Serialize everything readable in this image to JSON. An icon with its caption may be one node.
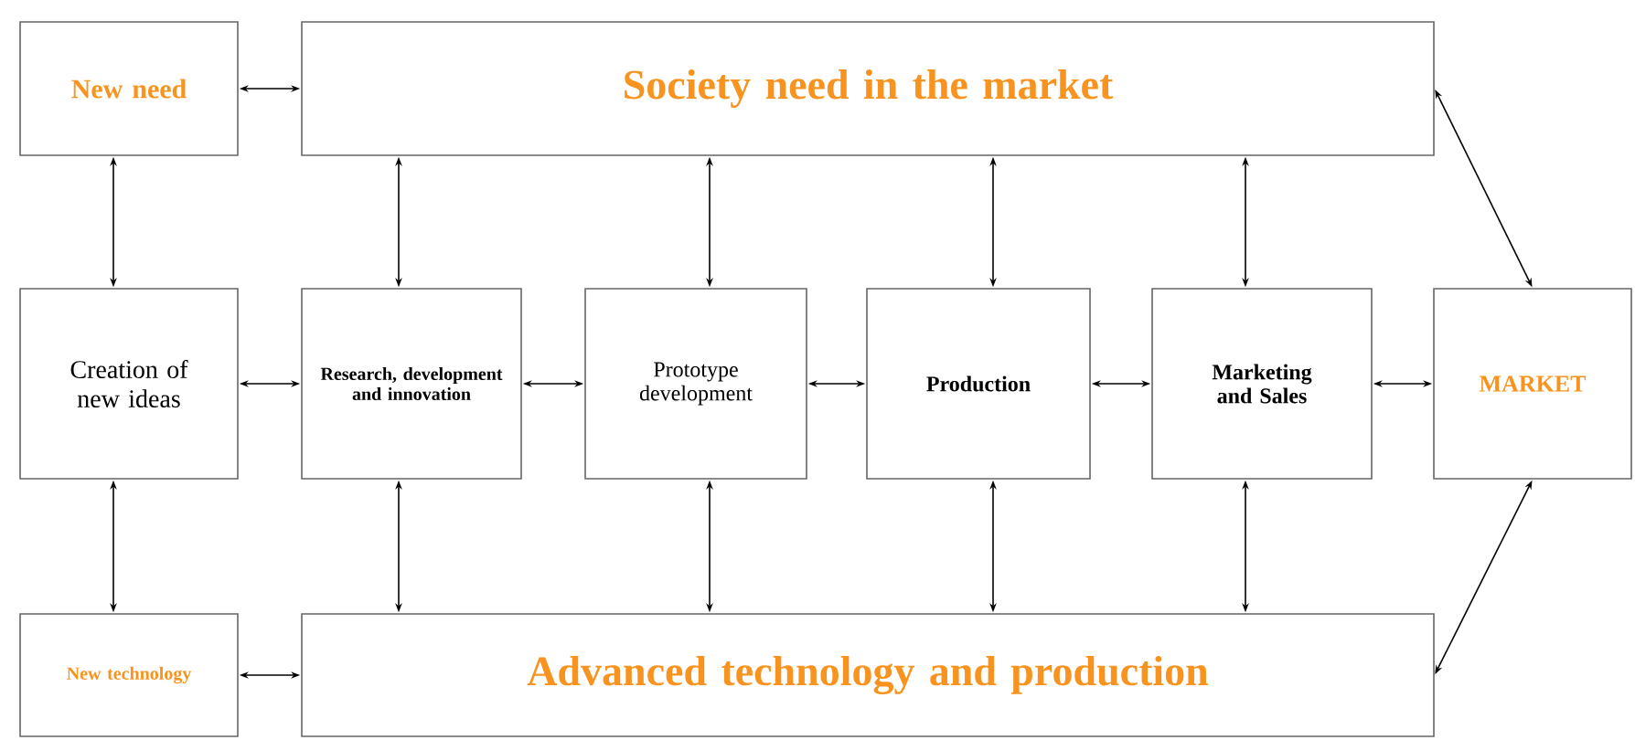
{
  "diagram": {
    "nodes": [
      {
        "text": [
          "New need"
        ]
      },
      {
        "text": [
          "Society need in the market"
        ]
      },
      {
        "text": [
          "Creation of new ideas"
        ]
      },
      {
        "text": [
          "Research, development and innovation"
        ]
      },
      {
        "text": [
          "Prototype development"
        ]
      },
      {
        "text": [
          "Production"
        ]
      },
      {
        "text": [
          "Marketing and Sales"
        ]
      },
      {
        "text": [
          "MARKET"
        ]
      },
      {
        "text": [
          "New technology"
        ]
      },
      {
        "text": [
          "Advanced technology and production"
        ]
      }
    ],
    "edges": [
      {
        "from": 0,
        "to": 1,
        "arrow": "both"
      },
      {
        "from": 0,
        "to": 2,
        "arrow": "both"
      },
      {
        "from": 1,
        "to": 3,
        "arrow": "both"
      },
      {
        "from": 1,
        "to": 4,
        "arrow": "both"
      },
      {
        "from": 1,
        "to": 5,
        "arrow": "both"
      },
      {
        "from": 1,
        "to": 6,
        "arrow": "both"
      },
      {
        "from": 1,
        "to": 7,
        "arrow": "both"
      },
      {
        "from": 2,
        "to": 3,
        "arrow": "both"
      },
      {
        "from": 3,
        "to": 4,
        "arrow": "both"
      },
      {
        "from": 4,
        "to": 5,
        "arrow": "both"
      },
      {
        "from": 5,
        "to": 6,
        "arrow": "both"
      },
      {
        "from": 6,
        "to": 7,
        "arrow": "both"
      },
      {
        "from": 2,
        "to": 8,
        "arrow": "both"
      },
      {
        "from": 3,
        "to": 9,
        "arrow": "both"
      },
      {
        "from": 4,
        "to": 9,
        "arrow": "both"
      },
      {
        "from": 5,
        "to": 9,
        "arrow": "both"
      },
      {
        "from": 6,
        "to": 9,
        "arrow": "both"
      },
      {
        "from": 8,
        "to": 9,
        "arrow": "both"
      },
      {
        "from": 9,
        "to": 7,
        "arrow": "both"
      }
    ]
  }
}
